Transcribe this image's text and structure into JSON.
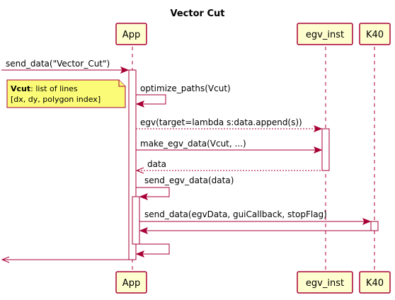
{
  "diagram": {
    "title": "Vector Cut",
    "participants": [
      {
        "id": "app",
        "label": "App"
      },
      {
        "id": "egv",
        "label": "egv_inst"
      },
      {
        "id": "k40",
        "label": "K40"
      }
    ],
    "messages": [
      {
        "id": "m1",
        "label": "send_data(\"Vector_Cut\")",
        "from": "left-edge",
        "to": "app",
        "style": "solid"
      },
      {
        "id": "m2",
        "label": "optimize_paths(Vcut)",
        "from": "app",
        "to": "app",
        "style": "solid"
      },
      {
        "id": "m3",
        "label": "egv(target=lambda s:data.append(s))",
        "from": "app",
        "to": "egv",
        "style": "dashed"
      },
      {
        "id": "m4",
        "label": "make_egv_data(Vcut, ...)",
        "from": "app",
        "to": "egv",
        "style": "solid"
      },
      {
        "id": "m5",
        "label": "data",
        "from": "egv",
        "to": "app",
        "style": "dashed"
      },
      {
        "id": "m6",
        "label": "send_egv_data(data)",
        "from": "app",
        "to": "app",
        "style": "solid"
      },
      {
        "id": "m7",
        "label": "send_data(egvData, guiCallback, stopFlag)",
        "from": "app",
        "to": "k40",
        "style": "solid"
      },
      {
        "id": "m8",
        "label": "",
        "from": "k40",
        "to": "app",
        "style": "solid"
      },
      {
        "id": "m9",
        "label": "",
        "from": "app",
        "to": "app",
        "style": "solid"
      },
      {
        "id": "m10",
        "label": "",
        "from": "app",
        "to": "left-edge",
        "style": "solid"
      }
    ],
    "note": {
      "bold": "Vcut",
      "rest": ": list of lines",
      "line2": "[dx, dy, polygon index]"
    }
  }
}
